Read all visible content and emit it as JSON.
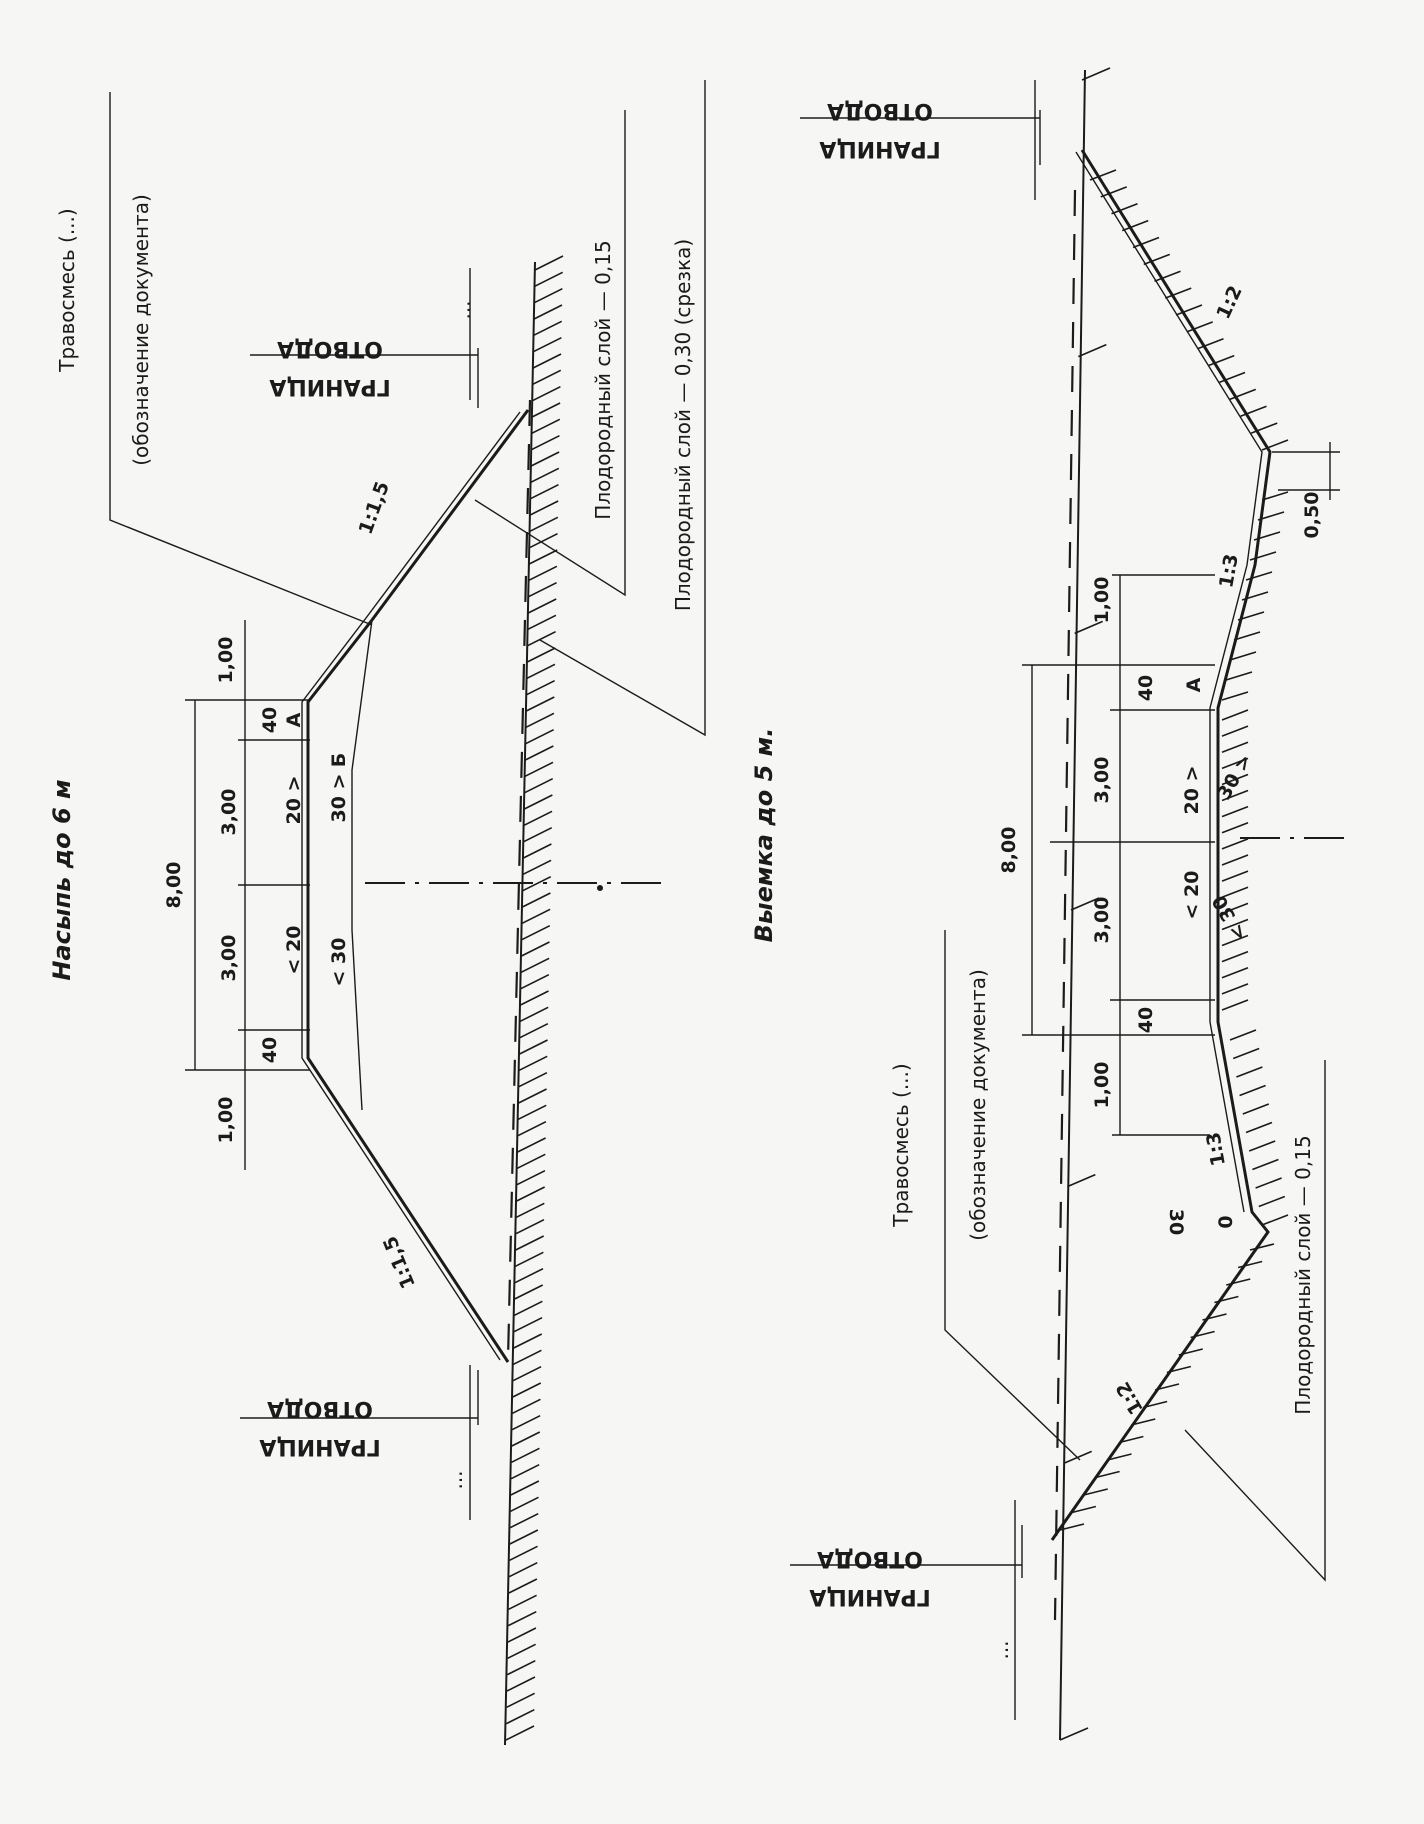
{
  "embankment": {
    "title": "Насыпь до 6 м",
    "grass_label": "Травосмесь (...)",
    "grass_doc": "(обозначение документа)",
    "topsoil_strip": "Плодородный слой — 0,15",
    "topsoil_cut": "Плодородный слой — 0,30 (срезка)",
    "boundary_word1": "ГРАНИЦА",
    "boundary_word2": "ОТВОДА",
    "ellipsis": "...",
    "slope_left": "1:1,5",
    "slope_right": "1:1,5",
    "dim_total": "8,00",
    "dim_half_left": "3,00",
    "dim_half_right": "3,00",
    "dim_edge_left": "1,00",
    "dim_edge_right": "1,00",
    "dim_shoulder_left": "40",
    "dim_shoulder_right": "40",
    "cross_slope_20_left": "< 20",
    "cross_slope_20_right": "20 >",
    "cross_slope_30_left": "< 30",
    "cross_slope_30_right": "30 >",
    "point_a": "А",
    "point_b": "Б"
  },
  "cut": {
    "title": "Выемка до 5 м.",
    "grass_label": "Травосмесь (...)",
    "grass_doc": "(обозначение документа)",
    "topsoil": "Плодородный слой — 0,15",
    "boundary_word1": "ГРАНИЦА",
    "boundary_word2": "ОТВОДА",
    "ellipsis": "...",
    "slope_outer_left": "1:2",
    "slope_outer_right": "1:2",
    "slope_inner_left": "1:3",
    "slope_inner_right": "1:3",
    "dim_total": "8,00",
    "dim_half_left": "3,00",
    "dim_half_right": "3,00",
    "dim_edge_left": "1,00",
    "dim_edge_right": "1,00",
    "dim_shoulder_left": "40",
    "dim_shoulder_right": "40",
    "dim_berm": "0,50",
    "cross_slope_20_left": "< 20",
    "cross_slope_20_right": "20 >",
    "cross_slope_30_left": "< 30",
    "cross_slope_30_right": "30 >",
    "ditch_30": "30",
    "ditch_0": "0",
    "point_a": "А"
  }
}
